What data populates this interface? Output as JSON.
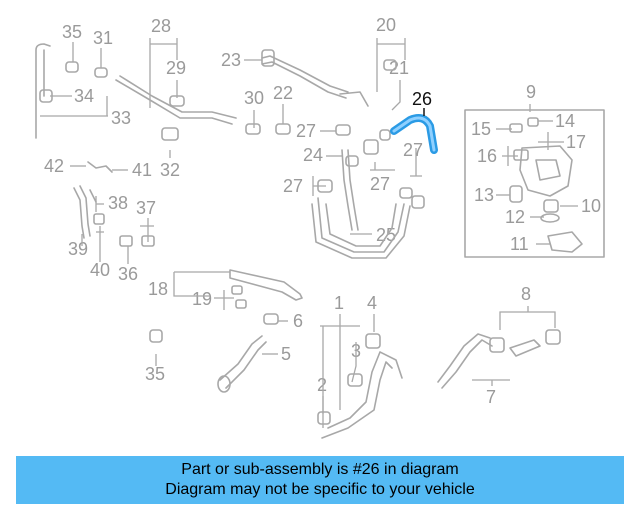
{
  "diagram": {
    "highlighted_part": "26",
    "callouts": [
      "35",
      "31",
      "28",
      "29",
      "34",
      "33",
      "23",
      "30",
      "22",
      "20",
      "21",
      "26",
      "27",
      "24",
      "9",
      "15",
      "14",
      "17",
      "16",
      "13",
      "10",
      "12",
      "11",
      "42",
      "41",
      "32",
      "38",
      "37",
      "39",
      "40",
      "36",
      "25",
      "18",
      "19",
      "6",
      "5",
      "1",
      "4",
      "3",
      "2",
      "8",
      "7"
    ],
    "highlight_color": "#2b9be5",
    "line_color": "#a8a8a8"
  },
  "banner": {
    "line1": "Part or sub-assembly is #26 in diagram",
    "line2": "Diagram may not be specific to your vehicle",
    "background": "#54baf4"
  }
}
